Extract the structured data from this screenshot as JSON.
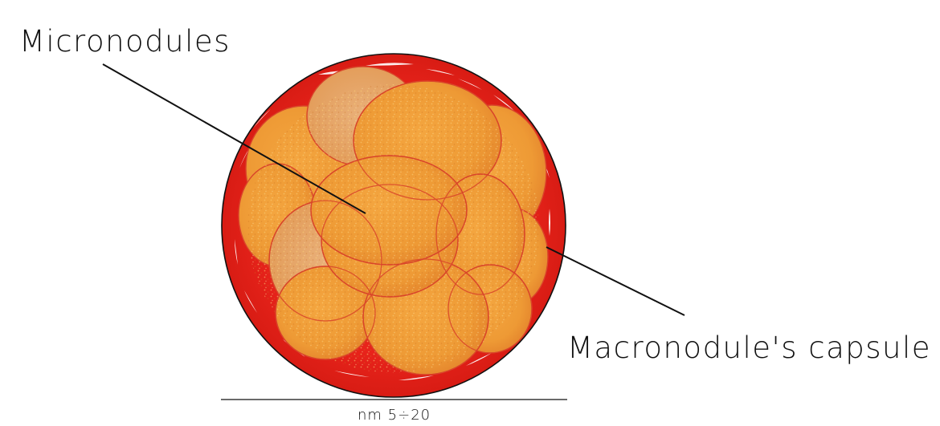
{
  "labels": {
    "micronodules": "Micronodules",
    "capsule": "Macronodule's capsule",
    "scale": "nm 5÷20"
  },
  "colors": {
    "capsule": "#e8231b",
    "nodule_fill": "#f0a23a",
    "nodule_outline": "#d9442a",
    "streak": "#ffffff",
    "leader_line": "#111111"
  }
}
